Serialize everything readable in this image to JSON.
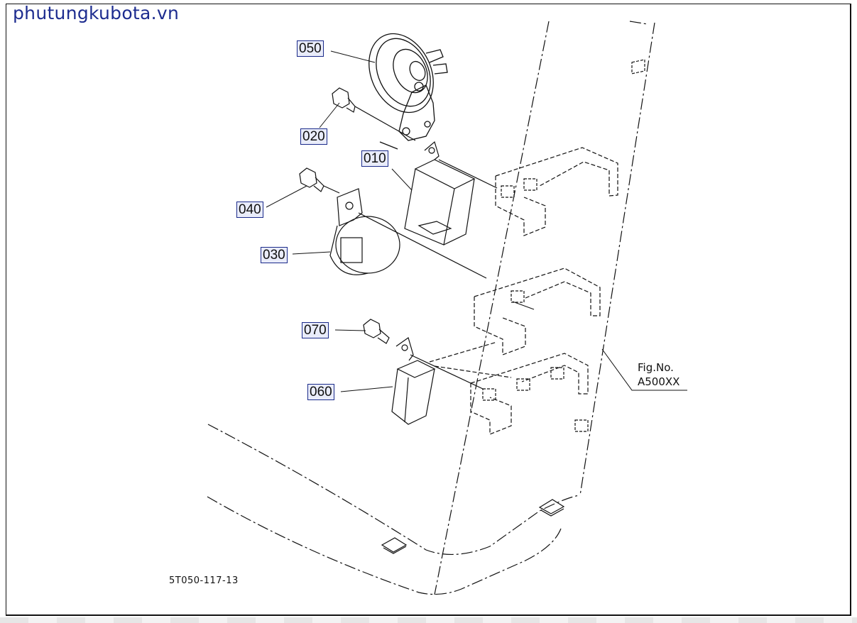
{
  "watermark": "phutungkubota.vn",
  "callouts": [
    {
      "id": "050",
      "label": "050"
    },
    {
      "id": "020",
      "label": "020"
    },
    {
      "id": "010",
      "label": "010"
    },
    {
      "id": "040",
      "label": "040"
    },
    {
      "id": "030",
      "label": "030"
    },
    {
      "id": "070",
      "label": "070"
    },
    {
      "id": "060",
      "label": "060"
    }
  ],
  "figure_ref": {
    "line1": "Fig.No.",
    "line2": "A500XX"
  },
  "drawing_number": "5T050-117-13"
}
